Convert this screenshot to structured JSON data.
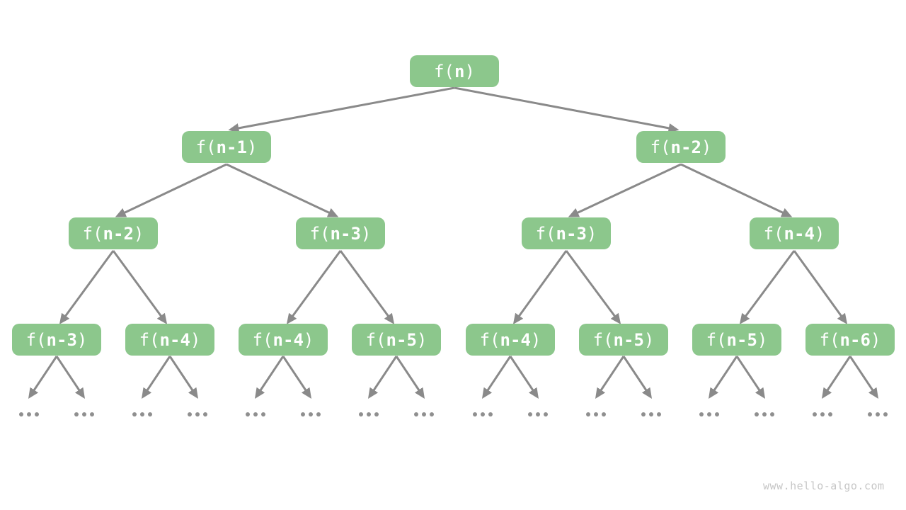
{
  "diagram": {
    "type": "recursion-tree",
    "levels": 4,
    "leaf_ellipsis_groups": 16
  },
  "fn_prefix": "f(",
  "fn_suffix": ")",
  "ellipsis_label": "...",
  "watermark": "www.hello-algo.com",
  "colors": {
    "node_fill": "#8cc78c",
    "node_text": "#ffffff",
    "arrow": "#8a8a8a",
    "ellipsis_dot": "#8f8f8f",
    "watermark_text": "#c6c6c6",
    "background": "#ffffff"
  },
  "nodes": [
    {
      "label": "f(n)",
      "arg": "n",
      "level": 1
    },
    {
      "label": "f(n-1)",
      "arg": "n-1",
      "level": 2
    },
    {
      "label": "f(n-2)",
      "arg": "n-2",
      "level": 2
    },
    {
      "label": "f(n-2)",
      "arg": "n-2",
      "level": 3
    },
    {
      "label": "f(n-3)",
      "arg": "n-3",
      "level": 3
    },
    {
      "label": "f(n-3)",
      "arg": "n-3",
      "level": 3
    },
    {
      "label": "f(n-4)",
      "arg": "n-4",
      "level": 3
    },
    {
      "label": "f(n-3)",
      "arg": "n-3",
      "level": 4
    },
    {
      "label": "f(n-4)",
      "arg": "n-4",
      "level": 4
    },
    {
      "label": "f(n-4)",
      "arg": "n-4",
      "level": 4
    },
    {
      "label": "f(n-5)",
      "arg": "n-5",
      "level": 4
    },
    {
      "label": "f(n-4)",
      "arg": "n-4",
      "level": 4
    },
    {
      "label": "f(n-5)",
      "arg": "n-5",
      "level": 4
    },
    {
      "label": "f(n-5)",
      "arg": "n-5",
      "level": 4
    },
    {
      "label": "f(n-6)",
      "arg": "n-6",
      "level": 4
    }
  ],
  "edges_by_index": [
    [
      0,
      1
    ],
    [
      0,
      2
    ],
    [
      1,
      3
    ],
    [
      1,
      4
    ],
    [
      2,
      5
    ],
    [
      2,
      6
    ],
    [
      3,
      7
    ],
    [
      3,
      8
    ],
    [
      4,
      9
    ],
    [
      4,
      10
    ],
    [
      5,
      11
    ],
    [
      5,
      12
    ],
    [
      6,
      13
    ],
    [
      6,
      14
    ]
  ],
  "leaf_children": "each level-4 node points to two ellipsis groups"
}
